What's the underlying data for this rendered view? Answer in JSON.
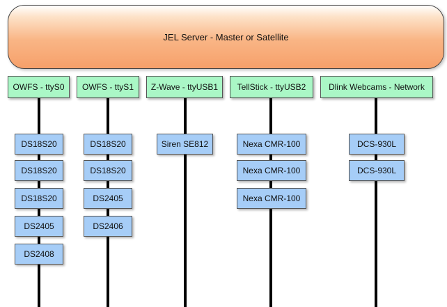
{
  "server": {
    "label": "JEL Server - Master or Satellite"
  },
  "buses": [
    {
      "label": "OWFS - ttyS0",
      "devices": [
        "DS18S20",
        "DS18S20",
        "DS18S20",
        "DS2405",
        "DS2408"
      ]
    },
    {
      "label": "OWFS - ttyS1",
      "devices": [
        "DS18S20",
        "DS18S20",
        "DS2405",
        "DS2406"
      ]
    },
    {
      "label": "Z-Wave - ttyUSB1",
      "devices": [
        "Siren SE812"
      ]
    },
    {
      "label": "TellStick - ttyUSB2",
      "devices": [
        "Nexa CMR-100",
        "Nexa CMR-100",
        "Nexa CMR-100"
      ]
    },
    {
      "label": "Dlink Webcams - Network",
      "devices": [
        "DCS-930L",
        "DCS-930L"
      ]
    }
  ],
  "colors": {
    "server_fill": "#f6a06a",
    "bus_fill": "#aaf7c6",
    "device_fill": "#a6cdf7",
    "line": "#000000"
  }
}
